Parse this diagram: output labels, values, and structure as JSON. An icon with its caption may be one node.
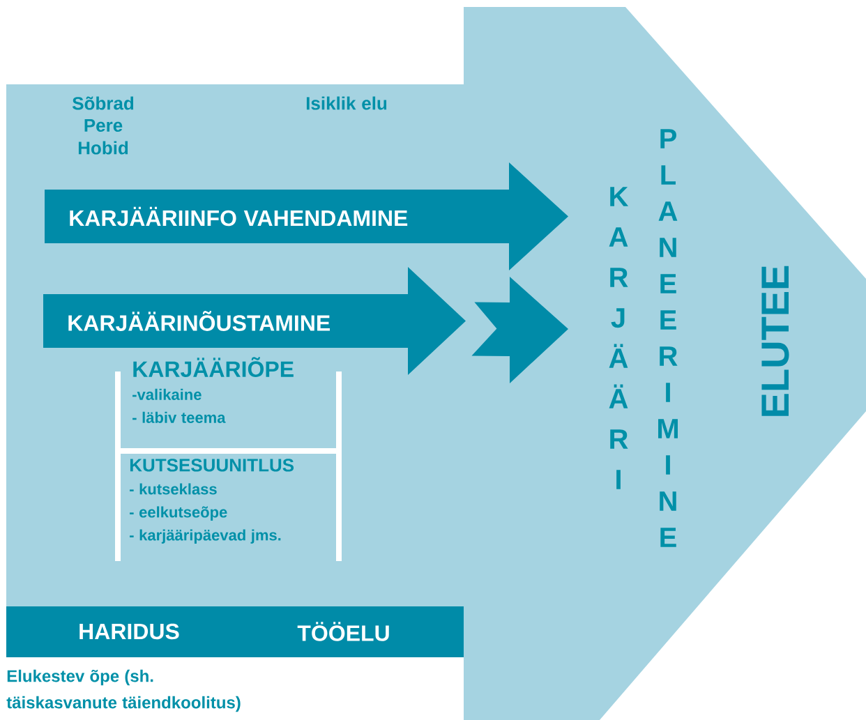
{
  "diagram": {
    "nodes": [
      {
        "text": [
          "ELUTEE"
        ]
      },
      {
        "text": [
          "KARJÄÄRIINFO VAHENDAMINE"
        ],
        "in": 0
      },
      {
        "text": [
          "KARJÄÄRINÕUSTAMINE"
        ],
        "in": 0
      },
      {
        "text": [
          "KARJÄÄRIÕPE",
          "-valikaine",
          "- läbiv teema"
        ],
        "in": 0
      },
      {
        "text": [
          "KUTSESUUNITLUS",
          "- kutseklass",
          "- eelkutseõpe",
          "- karjääripäevad jms."
        ],
        "in": 0
      },
      {
        "text": [
          "HARIDUS",
          "TÖÖELU"
        ],
        "in": 0
      },
      {
        "text": [
          "KARJÄÄRI",
          "PLANEERIMINE"
        ],
        "in": 0
      }
    ],
    "edges": [
      {
        "from": 2,
        "to": 6,
        "arrow": "to"
      }
    ],
    "labels": [
      "Sõbrad",
      "Pere",
      "Hobid",
      "Isiklik elu",
      "Elukestev õpe (sh. täiskasvanute täiendkoolitus)"
    ]
  }
}
